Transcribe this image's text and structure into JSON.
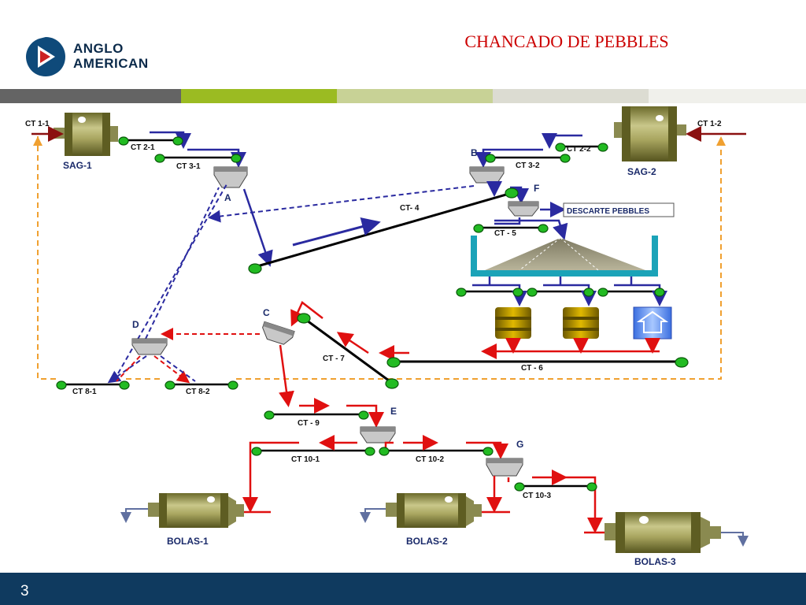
{
  "header": {
    "title": "CHANCADO DE PEBBLES",
    "logo_line1": "ANGLO",
    "logo_line2": "AMERICAN"
  },
  "footer": {
    "page_number": "3"
  },
  "colors": {
    "blue_flow": "#2a2aa0",
    "red_flow": "#e01010",
    "return_line": "#f0a030",
    "conveyor": "#000000",
    "pulley": "#22bb22",
    "footer_bg": "#0f3a5f",
    "title": "#cc0000",
    "bar_segments": [
      "#646464",
      "#9bbb22",
      "#c8d296",
      "#dcdcd2",
      "#f0f0eb"
    ]
  },
  "diagram": {
    "mills": {
      "sag1": "SAG-1",
      "sag2": "SAG-2",
      "bolas1": "BOLAS-1",
      "bolas2": "BOLAS-2",
      "bolas3": "BOLAS-3"
    },
    "conveyors": {
      "ct11": "CT  1-1",
      "ct12": "CT  1-2",
      "ct21": "CT 2-1",
      "ct22": "CT 2-2",
      "ct31": "CT 3-1",
      "ct32": "CT 3-2",
      "ct4": "CT- 4",
      "ct5": "CT - 5",
      "ct6": "CT - 6",
      "ct7": "CT - 7",
      "ct81": "CT  8-1",
      "ct82": "CT  8-2",
      "ct9": "CT - 9",
      "ct101": "CT  10-1",
      "ct102": "CT  10-2",
      "ct103": "CT  10-3"
    },
    "nodes": {
      "a": "A",
      "b": "B",
      "c": "C",
      "d": "D",
      "e": "E",
      "f": "F",
      "g": "G"
    },
    "discard_label": "DESCARTE PEBBLES"
  }
}
